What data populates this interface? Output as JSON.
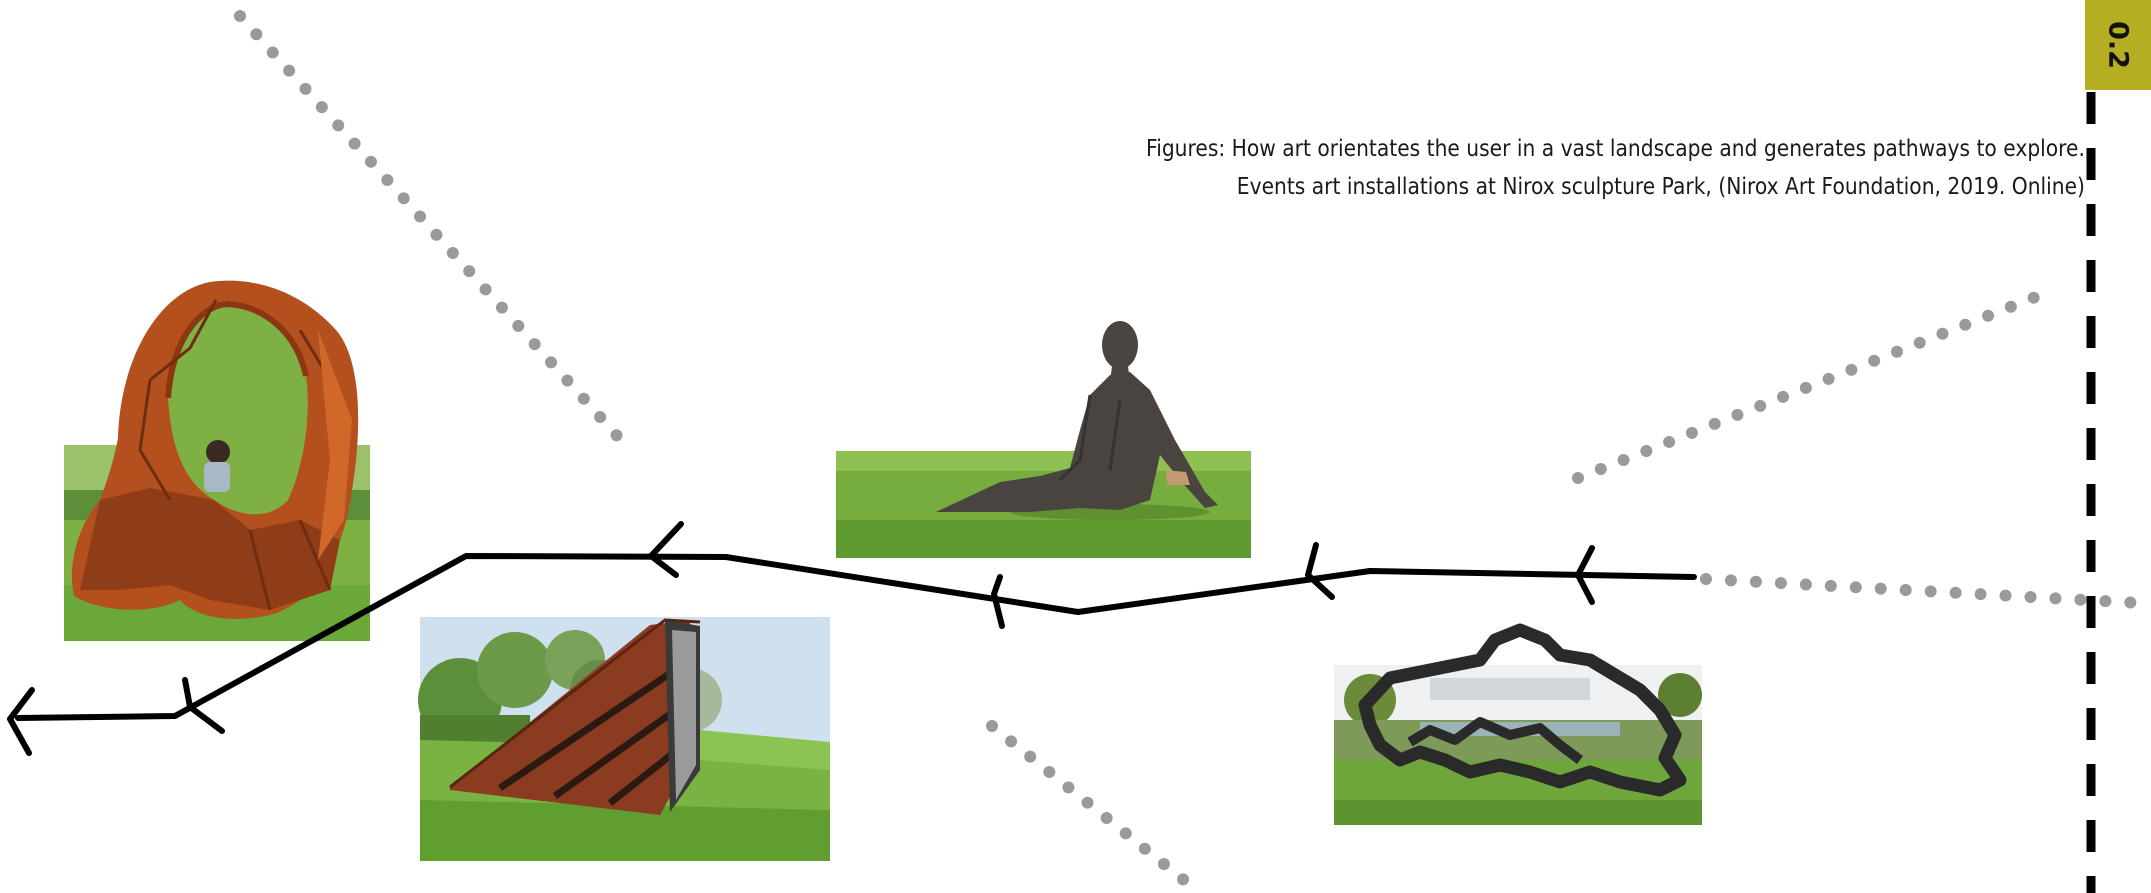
{
  "caption": {
    "line1": "Figures:  How art orientates the user in a vast landscape and generates pathways to explore.",
    "line2": "Events art installations at Nirox sculpture Park, (Nirox Art Foundation, 2019. Online)"
  },
  "page_tab": {
    "label": "0.2"
  },
  "colors": {
    "tab_bg": "#b5ad22",
    "dotted_lines": "#9a9a9a",
    "path_line": "#000000",
    "grass": "#6aa83a",
    "rust": "#b4501e"
  },
  "icons": {
    "path_arrows": "chevron-left-icon",
    "dotted_sightlines": "dotted-line",
    "boundary": "dashed-line"
  }
}
